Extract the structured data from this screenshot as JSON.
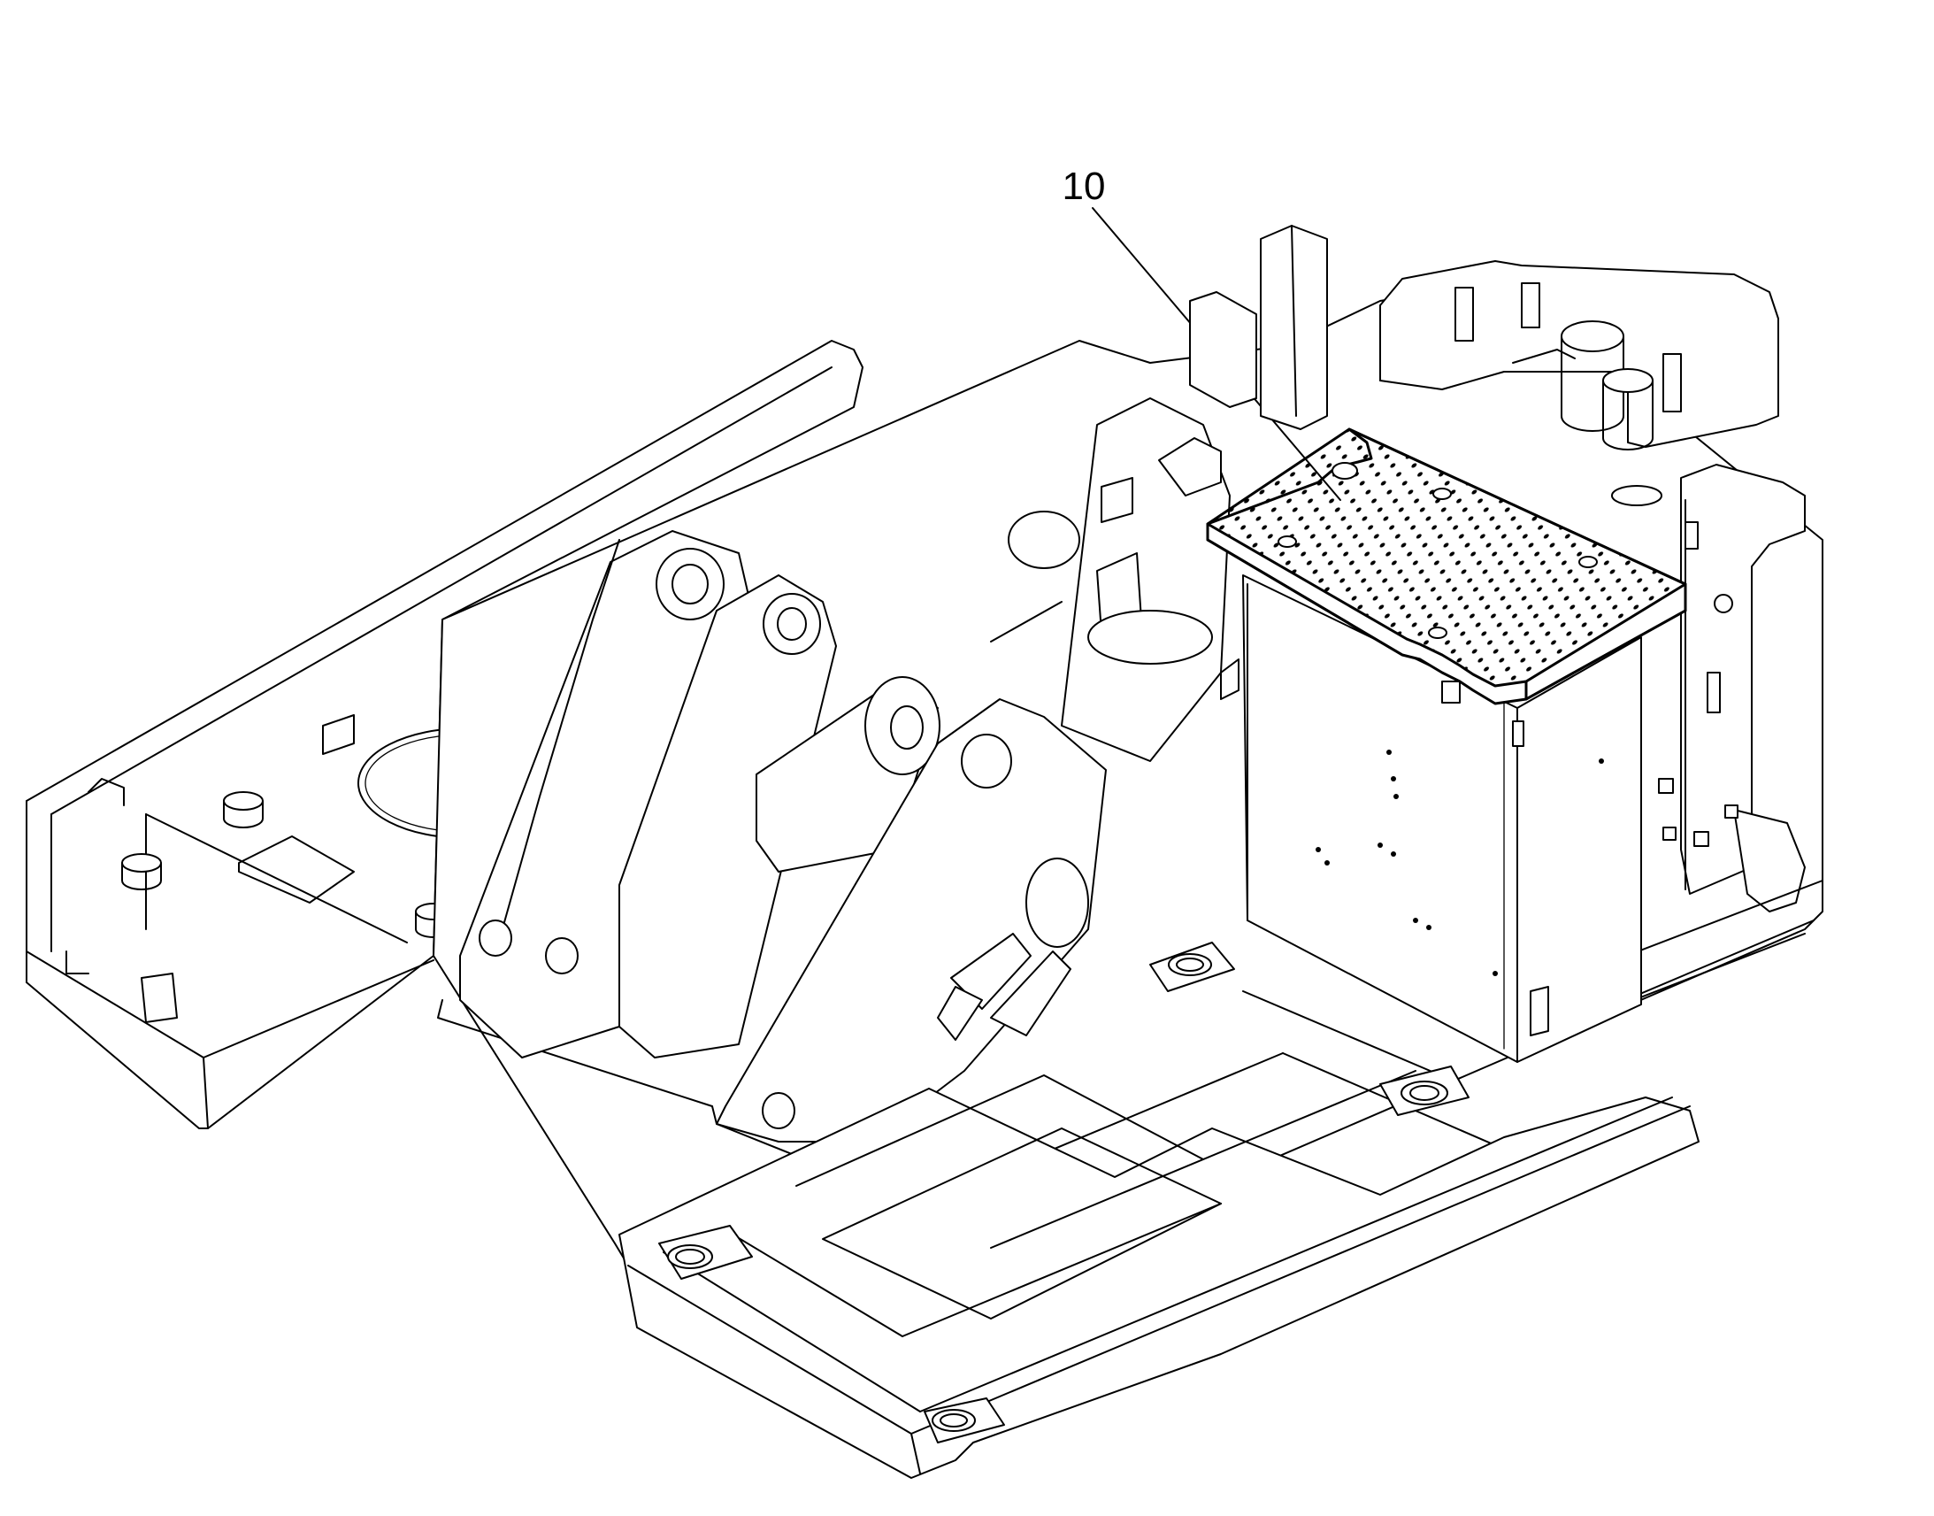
{
  "diagram": {
    "callouts": [
      {
        "label": "10"
      }
    ],
    "parts": [
      {
        "name": "perforated-cover-plate",
        "callout": "10"
      },
      {
        "name": "upper-frame"
      },
      {
        "name": "boom-foot-brackets"
      },
      {
        "name": "counterweight-frame"
      },
      {
        "name": "battery-box"
      }
    ],
    "colors": {
      "line": "#000000",
      "background": "#ffffff"
    }
  }
}
